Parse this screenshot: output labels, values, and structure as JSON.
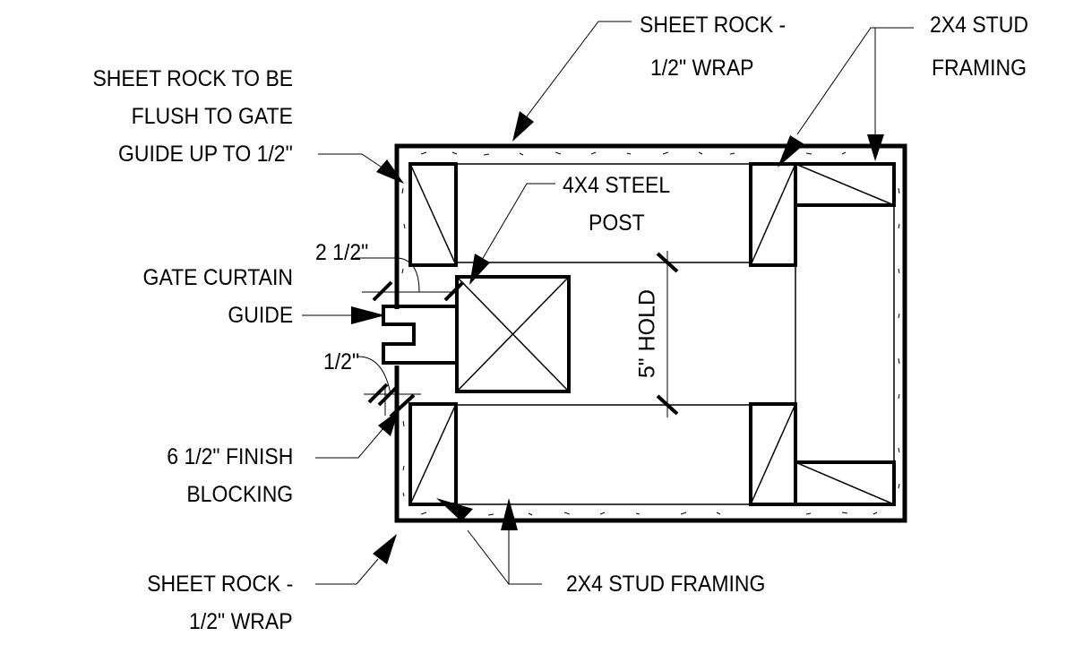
{
  "labels": {
    "sheet_rock_top": [
      "SHEET ROCK -",
      "1/2\" WRAP"
    ],
    "stud_framing_top": [
      "2X4 STUD",
      "FRAMING"
    ],
    "sheet_rock_flush": [
      "SHEET ROCK TO BE",
      "FLUSH TO GATE",
      "GUIDE UP TO 1/2\""
    ],
    "steel_post": [
      "4X4 STEEL",
      "POST"
    ],
    "dim_2_half": "2 1/2\"",
    "gate_curtain_guide": [
      "GATE CURTAIN",
      "GUIDE"
    ],
    "dim_half": "1/2\"",
    "hold": "5\" HOLD",
    "finish_blocking": [
      "6 1/2\" FINISH",
      "BLOCKING"
    ],
    "sheet_rock_bottom": [
      "SHEET ROCK -",
      "1/2\" WRAP"
    ],
    "stud_framing_bottom": "2X4 STUD FRAMING"
  }
}
